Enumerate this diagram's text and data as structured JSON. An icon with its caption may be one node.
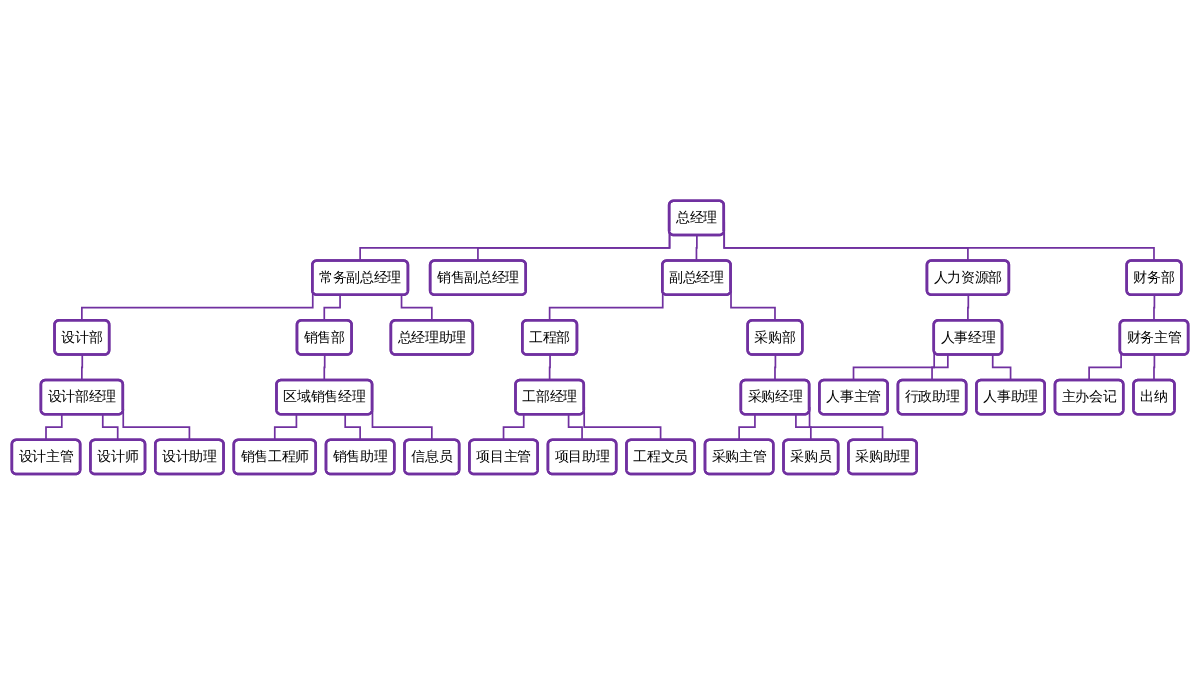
{
  "diagram": {
    "nodes": [
      {
        "text": [
          "总经理"
        ]
      },
      {
        "text": [
          "常务副总经理"
        ]
      },
      {
        "text": [
          "销售副总经理"
        ]
      },
      {
        "text": [
          "副总经理"
        ]
      },
      {
        "text": [
          "人力资源部"
        ]
      },
      {
        "text": [
          "财务部"
        ]
      },
      {
        "text": [
          "设计部"
        ]
      },
      {
        "text": [
          "销售部"
        ]
      },
      {
        "text": [
          "总经理助理"
        ]
      },
      {
        "text": [
          "工程部"
        ]
      },
      {
        "text": [
          "采购部"
        ]
      },
      {
        "text": [
          "人事经理"
        ]
      },
      {
        "text": [
          "财务主管"
        ]
      },
      {
        "text": [
          "设计部经理"
        ]
      },
      {
        "text": [
          "区域销售经理"
        ]
      },
      {
        "text": [
          "工部经理"
        ]
      },
      {
        "text": [
          "采购经理"
        ]
      },
      {
        "text": [
          "人事主管"
        ]
      },
      {
        "text": [
          "主办会记"
        ]
      },
      {
        "text": [
          "设计主管"
        ]
      },
      {
        "text": [
          "销售工程师"
        ]
      },
      {
        "text": [
          "项目主管"
        ]
      },
      {
        "text": [
          "采购主管"
        ]
      },
      {
        "text": [
          "行政助理"
        ]
      },
      {
        "text": [
          "出纳"
        ]
      },
      {
        "text": [
          "设计师"
        ]
      },
      {
        "text": [
          "销售助理"
        ]
      },
      {
        "text": [
          "项目助理"
        ]
      },
      {
        "text": [
          "采购员"
        ]
      },
      {
        "text": [
          "人事助理"
        ]
      },
      {
        "text": [
          "设计助理"
        ]
      },
      {
        "text": [
          "信息员"
        ]
      },
      {
        "text": [
          "工程文员"
        ]
      },
      {
        "text": [
          "采购助理"
        ]
      }
    ],
    "edges": [
      {
        "from": 0,
        "to": 1,
        "arrow": "none"
      },
      {
        "from": 0,
        "to": 2,
        "arrow": "none"
      },
      {
        "from": 0,
        "to": 3,
        "arrow": "none"
      },
      {
        "from": 0,
        "to": 4,
        "arrow": "none"
      },
      {
        "from": 0,
        "to": 5,
        "arrow": "none"
      },
      {
        "from": 1,
        "to": 6,
        "arrow": "none"
      },
      {
        "from": 1,
        "to": 7,
        "arrow": "none"
      },
      {
        "from": 1,
        "to": 8,
        "arrow": "none"
      },
      {
        "from": 3,
        "to": 9,
        "arrow": "none"
      },
      {
        "from": 3,
        "to": 10,
        "arrow": "none"
      },
      {
        "from": 4,
        "to": 11,
        "arrow": "none"
      },
      {
        "from": 5,
        "to": 12,
        "arrow": "none"
      },
      {
        "from": 6,
        "to": 13,
        "arrow": "none"
      },
      {
        "from": 7,
        "to": 14,
        "arrow": "none"
      },
      {
        "from": 9,
        "to": 15,
        "arrow": "none"
      },
      {
        "from": 10,
        "to": 16,
        "arrow": "none"
      },
      {
        "from": 11,
        "to": 17,
        "arrow": "none"
      },
      {
        "from": 11,
        "to": 23,
        "arrow": "none"
      },
      {
        "from": 11,
        "to": 29,
        "arrow": "none"
      },
      {
        "from": 12,
        "to": 18,
        "arrow": "none"
      },
      {
        "from": 12,
        "to": 24,
        "arrow": "none"
      },
      {
        "from": 13,
        "to": 19,
        "arrow": "none"
      },
      {
        "from": 13,
        "to": 25,
        "arrow": "none"
      },
      {
        "from": 13,
        "to": 30,
        "arrow": "none"
      },
      {
        "from": 14,
        "to": 20,
        "arrow": "none"
      },
      {
        "from": 14,
        "to": 26,
        "arrow": "none"
      },
      {
        "from": 14,
        "to": 31,
        "arrow": "none"
      },
      {
        "from": 15,
        "to": 21,
        "arrow": "none"
      },
      {
        "from": 15,
        "to": 27,
        "arrow": "none"
      },
      {
        "from": 15,
        "to": 32,
        "arrow": "none"
      },
      {
        "from": 16,
        "to": 22,
        "arrow": "none"
      },
      {
        "from": 16,
        "to": 28,
        "arrow": "none"
      },
      {
        "from": 16,
        "to": 33,
        "arrow": "none"
      }
    ]
  }
}
